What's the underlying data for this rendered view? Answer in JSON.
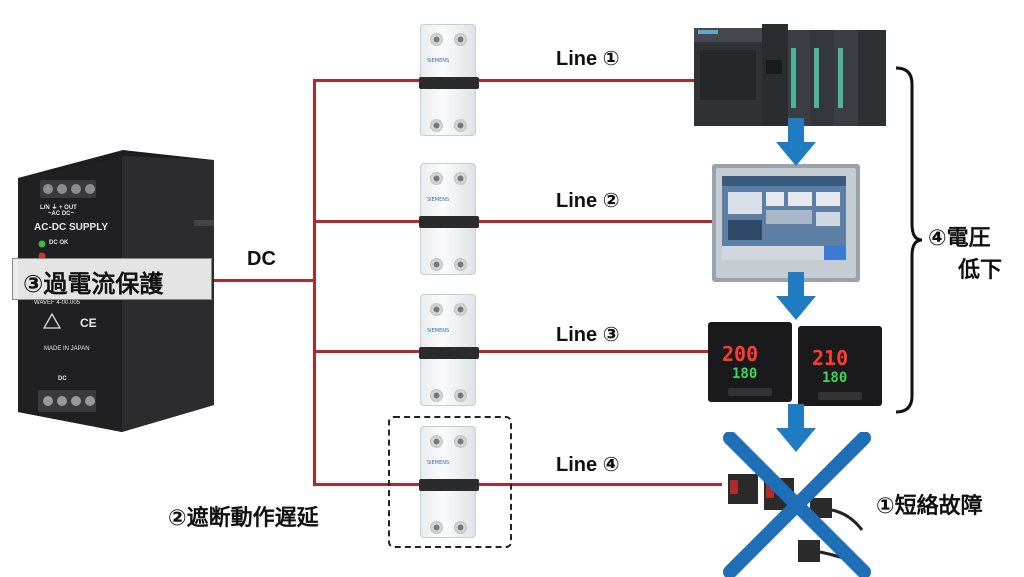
{
  "psu": {
    "title": "AC-DC SUPPLY",
    "terminal_labels": "L/N  ⏚  +  OUT",
    "terminal_sub": "~AC  DC~",
    "indicator": "DC OK",
    "model": "WAVEF 4-00.005",
    "ce_mark": "CE",
    "caption": "MADE IN JAPAN",
    "bottom_label": "DC"
  },
  "labels": {
    "dc": "DC",
    "overcurrent": "③過電流保護",
    "line1": "Line ①",
    "line2": "Line ②",
    "line3": "Line ③",
    "line4": "Line ④",
    "trip_delay": "②遮断動作遅延",
    "voltage_drop_l1": "④電圧",
    "voltage_drop_l2": "低下",
    "short_fault": "①短絡故障"
  },
  "controllers": {
    "tc1_pv": "200",
    "tc1_sv": "180",
    "tc2_pv": "210",
    "tc2_sv": "180"
  },
  "colors": {
    "wire": "#b0292b",
    "arrow": "#1f7bc2",
    "cross": "#1f6fb8"
  },
  "icons": {
    "arrow": "arrow-down-icon",
    "cross": "cross-mark-icon",
    "brace": "right-brace-icon"
  }
}
